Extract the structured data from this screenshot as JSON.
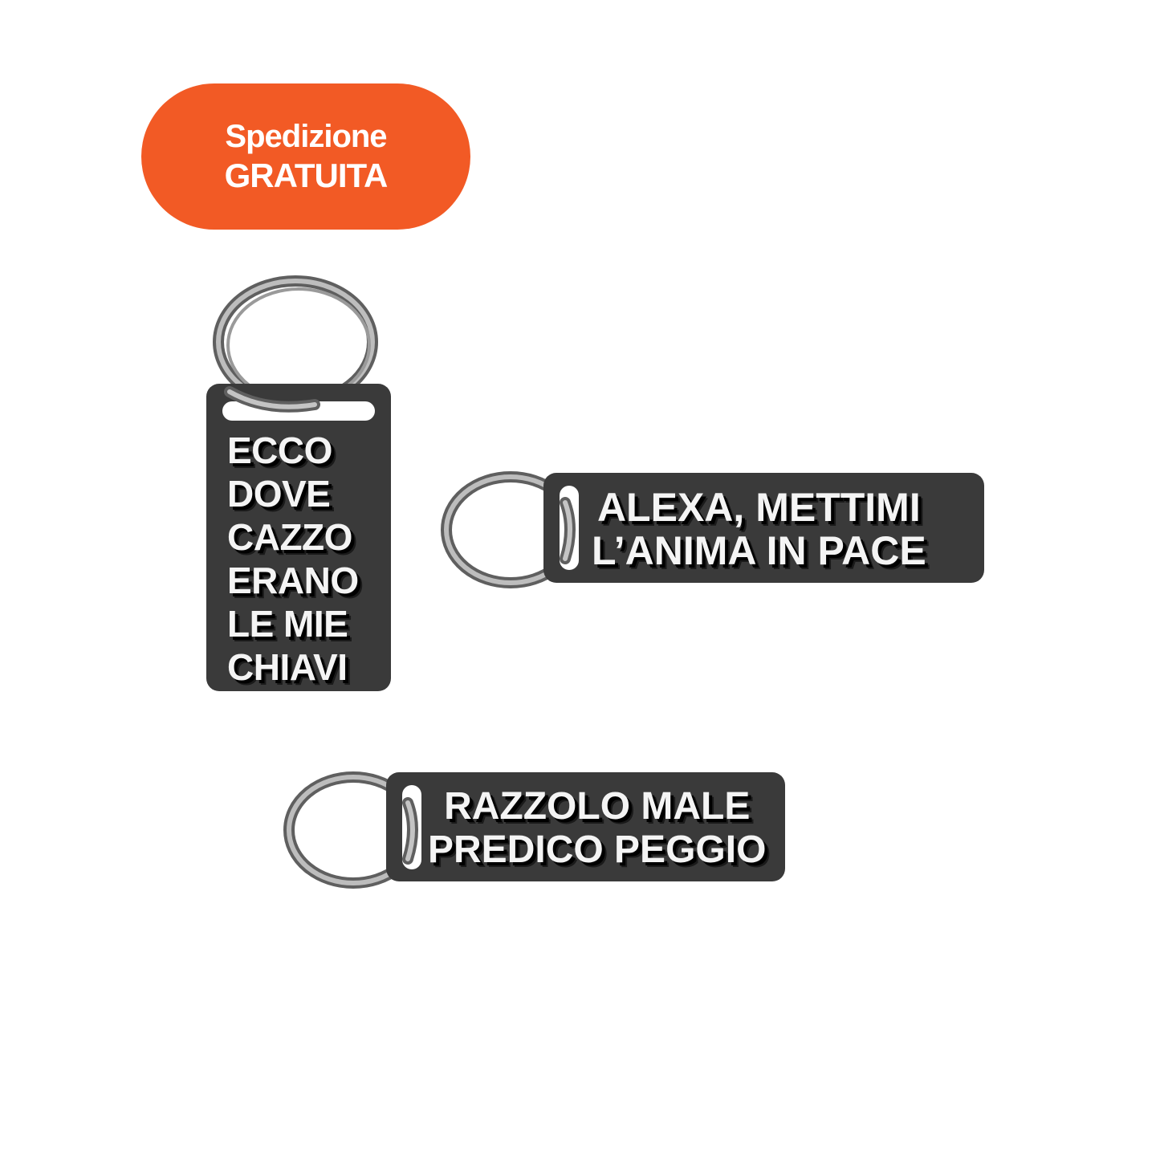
{
  "colors": {
    "badge": "#f25a25",
    "tag": "#3a3a3a",
    "ring": "#8d8d8d",
    "text": "#f4f4f4"
  },
  "badge": {
    "line1": "Spedizione",
    "line2": "GRATUITA"
  },
  "keychains": [
    {
      "lines": [
        "ECCO",
        "DOVE",
        "CAZZO",
        "ERANO",
        "LE MIE",
        "CHIAVI"
      ]
    },
    {
      "lines": [
        "ALEXA, METTIMI",
        "L’ANIMA IN PACE"
      ]
    },
    {
      "lines": [
        "RAZZOLO MALE",
        "PREDICO PEGGIO"
      ]
    }
  ]
}
